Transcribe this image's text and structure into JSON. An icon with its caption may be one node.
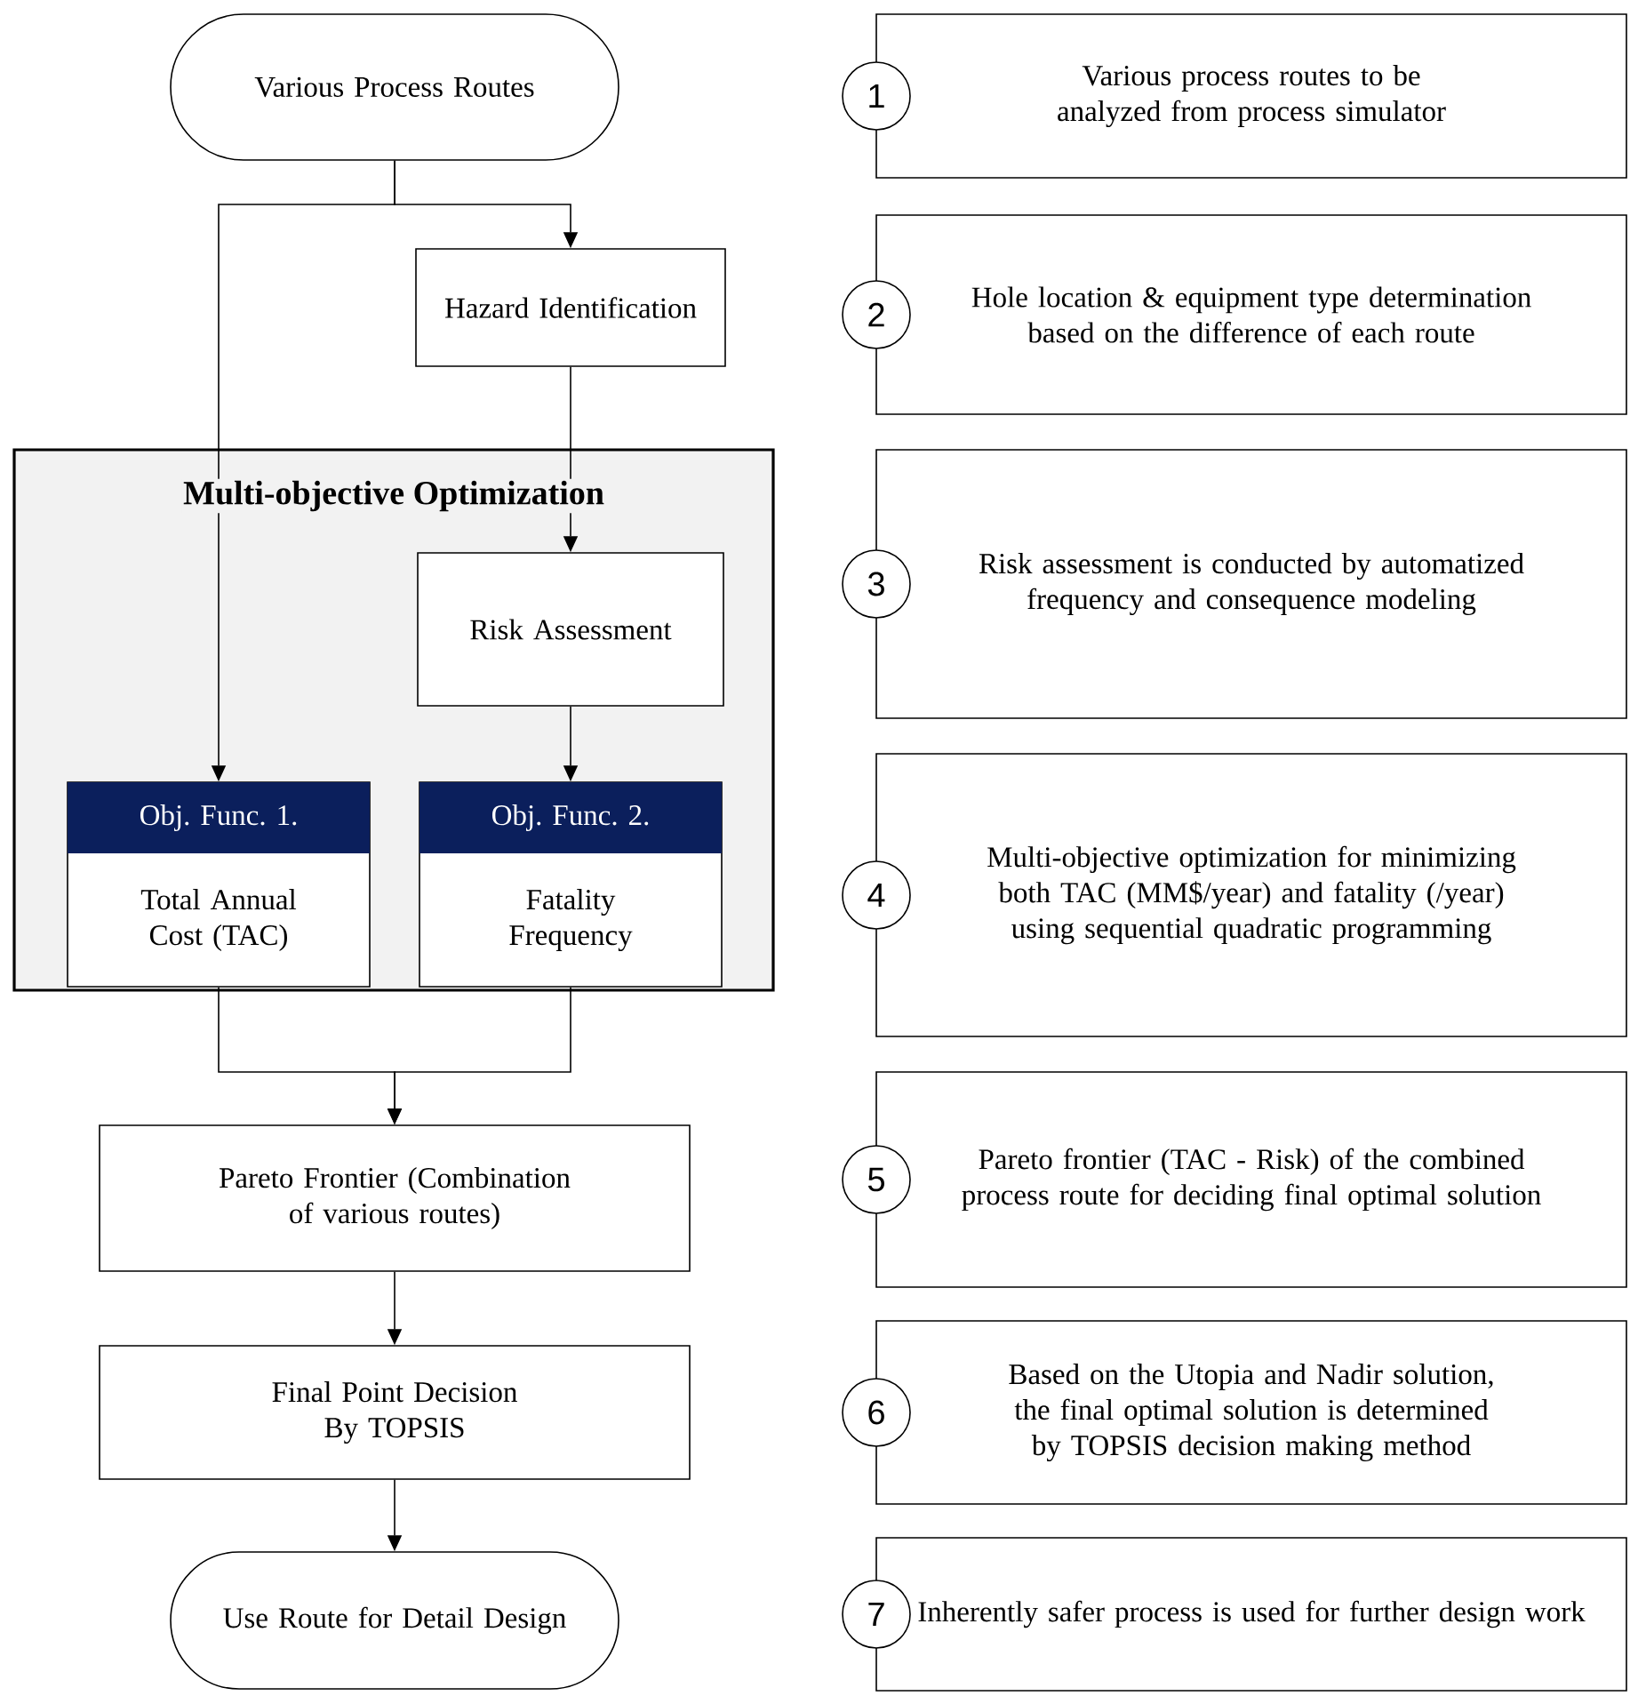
{
  "diagram": {
    "nodes": [
      {
        "text": [
          "Various Process Routes"
        ]
      },
      {
        "text": [
          "Hazard Identification"
        ]
      },
      {
        "text": [
          "Multi-objective Optimization"
        ]
      },
      {
        "text": [
          "Risk Assessment"
        ],
        "in": 2
      },
      {
        "text": [
          "Obj. Func. 1.",
          "Total Annual Cost (TAC)"
        ],
        "in": 2
      },
      {
        "text": [
          "Obj. Func. 2.",
          "Fatality Frequency"
        ],
        "in": 2
      },
      {
        "text": [
          "Pareto Frontier (Combination of various routes)"
        ]
      },
      {
        "text": [
          "Final Point Decision By TOPSIS"
        ]
      },
      {
        "text": [
          "Use Route for Detail Design"
        ]
      },
      {
        "text": [
          "1"
        ]
      },
      {
        "text": [
          "Various process routes to be analyzed from process simulator"
        ]
      },
      {
        "text": [
          "2"
        ]
      },
      {
        "text": [
          "Hole location & equipment type determination based on the difference of each route"
        ]
      },
      {
        "text": [
          "3"
        ]
      },
      {
        "text": [
          "Risk assessment is conducted by automatized frequency and consequence modeling"
        ]
      },
      {
        "text": [
          "4"
        ]
      },
      {
        "text": [
          "Multi-objective optimization for minimizing both TAC (MM$/year) and fatality (/year) using sequential quadratic programming"
        ]
      },
      {
        "text": [
          "5"
        ]
      },
      {
        "text": [
          "Pareto frontier (TAC - Risk) of the combined process route for deciding final optimal solution"
        ]
      },
      {
        "text": [
          "6"
        ]
      },
      {
        "text": [
          "Based on the Utopia and Nadir solution, the final optimal solution is determined by TOPSIS decision making method"
        ]
      },
      {
        "text": [
          "7"
        ]
      },
      {
        "text": [
          "Inherently safer process is used for further design work"
        ]
      }
    ],
    "edges": [
      {
        "from": 0,
        "to": 4,
        "arrow": "to"
      },
      {
        "from": 0,
        "to": 1,
        "arrow": "to"
      },
      {
        "from": 1,
        "to": 3,
        "arrow": "to"
      },
      {
        "from": 3,
        "to": 5,
        "arrow": "to"
      },
      {
        "from": 4,
        "to": 6,
        "arrow": "to"
      },
      {
        "from": 5,
        "to": 6,
        "arrow": "to"
      },
      {
        "from": 6,
        "to": 7,
        "arrow": "to"
      },
      {
        "from": 7,
        "to": 8,
        "arrow": "to"
      }
    ]
  }
}
